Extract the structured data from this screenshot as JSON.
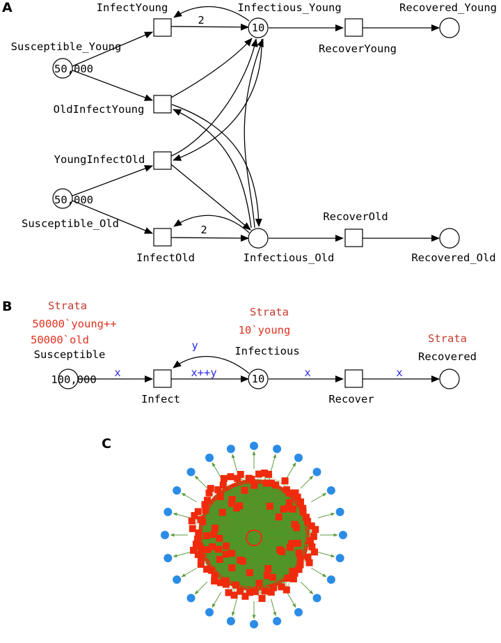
{
  "panel_a": {
    "letter": "A",
    "places": {
      "susceptible_young": {
        "name": "Susceptible_Young",
        "tokens": "50,000"
      },
      "infectious_young": {
        "name": "Infectious_Young",
        "tokens": "10"
      },
      "recovered_young": {
        "name": "Recovered_Young",
        "tokens": ""
      },
      "susceptible_old": {
        "name": "Susceptible_Old",
        "tokens": "50,000"
      },
      "infectious_old": {
        "name": "Infectious_Old",
        "tokens": ""
      },
      "recovered_old": {
        "name": "Recovered_Old",
        "tokens": ""
      }
    },
    "transitions": {
      "infect_young": "InfectYoung",
      "recover_young": "RecoverYoung",
      "old_infect_young": "OldInfectYoung",
      "young_infect_old": "YoungInfectOld",
      "infect_old": "InfectOld",
      "recover_old": "RecoverOld"
    },
    "arc_weights": {
      "infect_young_out": "2",
      "infect_old_out": "2"
    }
  },
  "panel_b": {
    "letter": "B",
    "places": {
      "susceptible": {
        "name": "Susceptible",
        "tokens": "100,000",
        "strata_title": "Strata",
        "strata_lines": [
          "50000`young++",
          "50000`old"
        ]
      },
      "infectious": {
        "name": "Infectious",
        "tokens": "10",
        "strata_title": "Strata",
        "strata_lines": [
          "10`young"
        ]
      },
      "recovered": {
        "name": "Recovered",
        "tokens": "",
        "strata_title": "Strata"
      }
    },
    "transitions": {
      "infect": "Infect",
      "recover": "Recover"
    },
    "arc_labels": {
      "s_to_infect": "x",
      "infect_to_i": "x++y",
      "i_to_infect": "y",
      "i_to_recover": "x",
      "recover_to_r": "x"
    }
  },
  "panel_c": {
    "letter": "C",
    "colors": {
      "place": "#2b8ce6",
      "transition": "#f02a0c",
      "arc": "#4a9a2a"
    }
  }
}
